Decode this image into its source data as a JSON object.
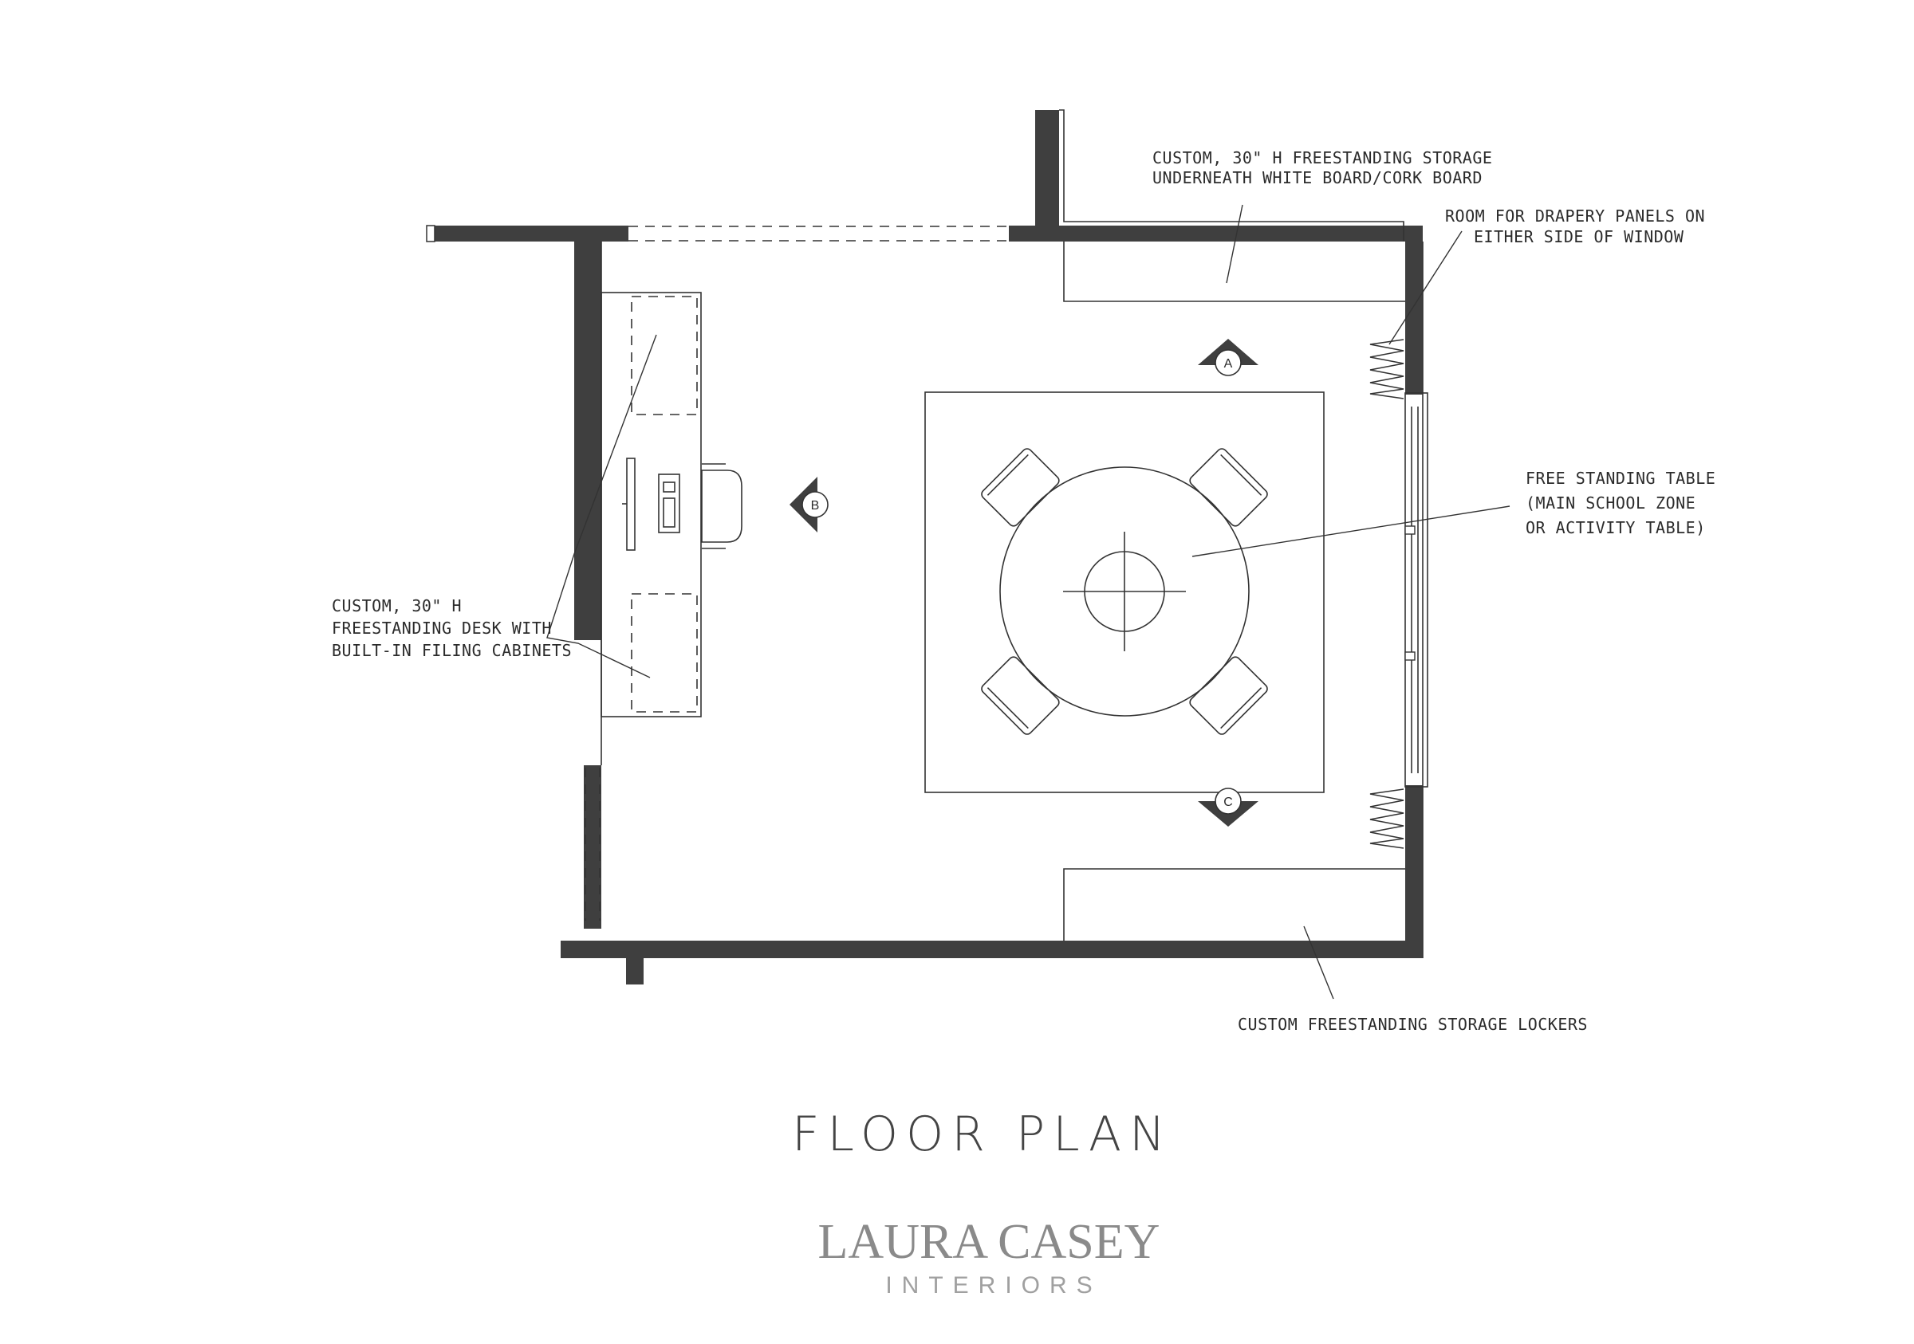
{
  "labels": {
    "storage_top_1": "CUSTOM, 30\" H FREESTANDING STORAGE",
    "storage_top_2": "UNDERNEATH WHITE BOARD/CORK BOARD",
    "drapery_1": "ROOM FOR DRAPERY PANELS ON",
    "drapery_2": "EITHER SIDE OF WINDOW",
    "table_1": "FREE STANDING TABLE",
    "table_2": "(MAIN SCHOOL ZONE",
    "table_3": "OR ACTIVITY TABLE)",
    "desk_1": "CUSTOM, 30\" H",
    "desk_2": "FREESTANDING DESK WITH",
    "desk_3": "BUILT-IN FILING CABINETS",
    "lockers": "CUSTOM FREESTANDING STORAGE LOCKERS"
  },
  "markers": {
    "a": "A",
    "b": "B",
    "c": "C"
  },
  "title": "FLOOR PLAN",
  "logo": {
    "name": "LAURA CASEY",
    "sub": "INTERIORS"
  },
  "colors": {
    "wall": "#3f3f3f",
    "line": "#333333",
    "logo": "#8a8a8a"
  }
}
